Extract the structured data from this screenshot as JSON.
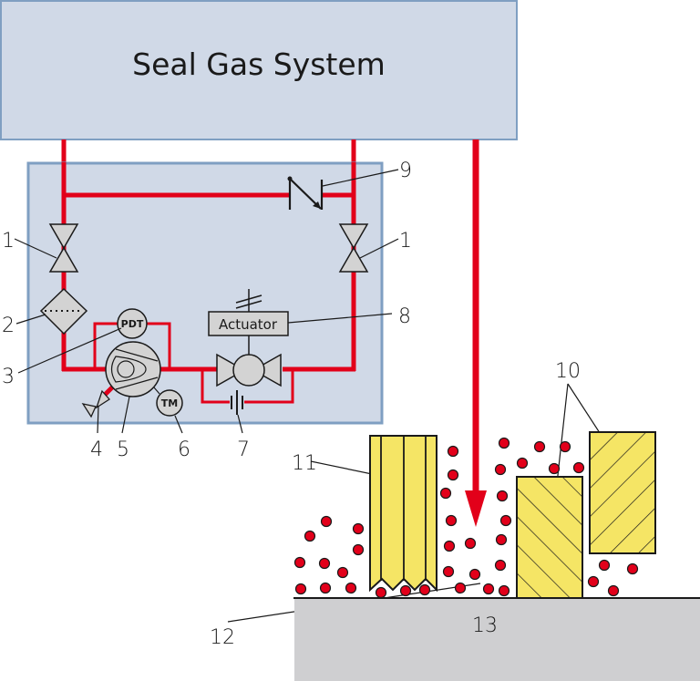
{
  "title": "Seal Gas System",
  "colors": {
    "panel_fill": "#d0d9e7",
    "panel_border": "#7f9fc2",
    "pipe": "#e2001a",
    "component_fill": "#d3d3d3",
    "seal_fill": "#f5e565",
    "particle": "#e2001a",
    "ground": "#cfcfd1"
  },
  "components": {
    "actuator_label": "Actuator",
    "pdt_label": "PDT",
    "tm_label": "TM"
  },
  "callouts": {
    "c1_left": "1",
    "c1_right": "1",
    "c2": "2",
    "c3": "3",
    "c4": "4",
    "c5": "5",
    "c6": "6",
    "c7": "7",
    "c8": "8",
    "c9": "9",
    "c10": "10",
    "c11": "11",
    "c12": "12",
    "c13": "13"
  },
  "legend_semantics": {
    "1": "isolation valve",
    "2": "filter",
    "3": "differential pressure transmitter",
    "4": "drain valve",
    "5": "booster / compressor",
    "6": "temperature monitor",
    "7": "orifice bypass",
    "8": "actuator control valve",
    "9": "check valve",
    "10": "labyrinth seal segments",
    "11": "seal element",
    "12": "contaminant particles",
    "13": "shaft / rotor"
  }
}
